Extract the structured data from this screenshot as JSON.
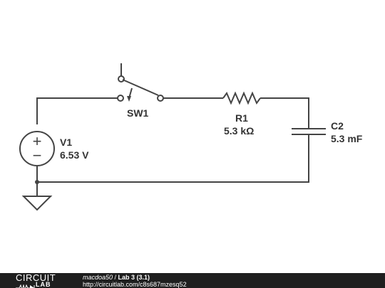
{
  "components": {
    "switch": {
      "name": "SW1"
    },
    "resistor": {
      "name": "R1",
      "value": "5.3 kΩ"
    },
    "capacitor": {
      "name": "C2",
      "value": "5.3 mF"
    },
    "source": {
      "name": "V1",
      "value": "6.53 V",
      "plus": "+",
      "minus": "−"
    }
  },
  "footer": {
    "logo_top": "CIRCUIT",
    "logo_bottom": "LAB",
    "author": "macdoa50",
    "separator": " / ",
    "title": "Lab 3 (3.1)",
    "url": "http://circuitlab.com/c8s687mzesq52"
  },
  "colors": {
    "wire": "#444444",
    "footer_bg": "#1f1f1f",
    "footer_text": "#ffffff"
  }
}
